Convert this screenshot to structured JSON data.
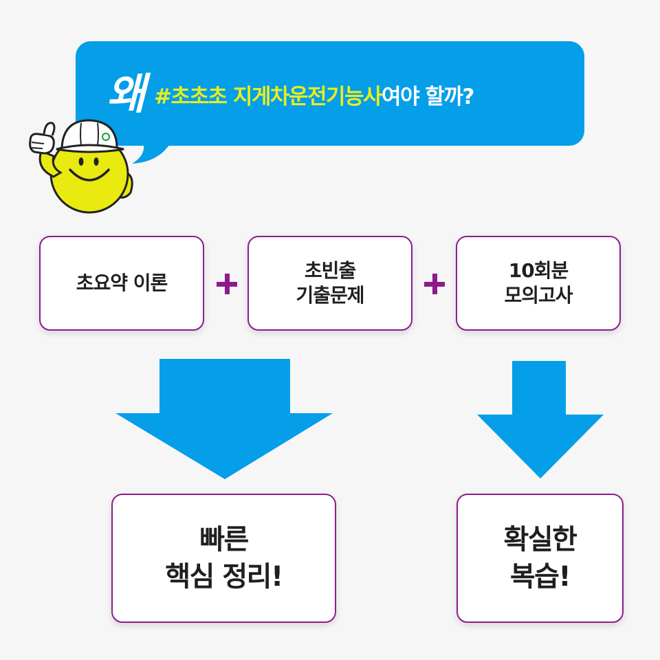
{
  "header": {
    "why": "왜",
    "tag": "#초초초 지게차운전기능사",
    "rest": "여야 할까?"
  },
  "colors": {
    "bubble": "#059ee8",
    "tag": "#e9ee1e",
    "box_border": "#8e1a8c",
    "arrow": "#059ee8",
    "mascot": "#e8ea10"
  },
  "mascot": {
    "icon": "thumbs-up-smiley-hardhat-mascot"
  },
  "steps": [
    {
      "label": "초요약 이론"
    },
    {
      "label": "초빈출\n기출문제"
    },
    {
      "label": "10회분\n모의고사"
    }
  ],
  "results": [
    {
      "label": "빠른\n핵심 정리!"
    },
    {
      "label": "확실한\n복습!"
    }
  ]
}
